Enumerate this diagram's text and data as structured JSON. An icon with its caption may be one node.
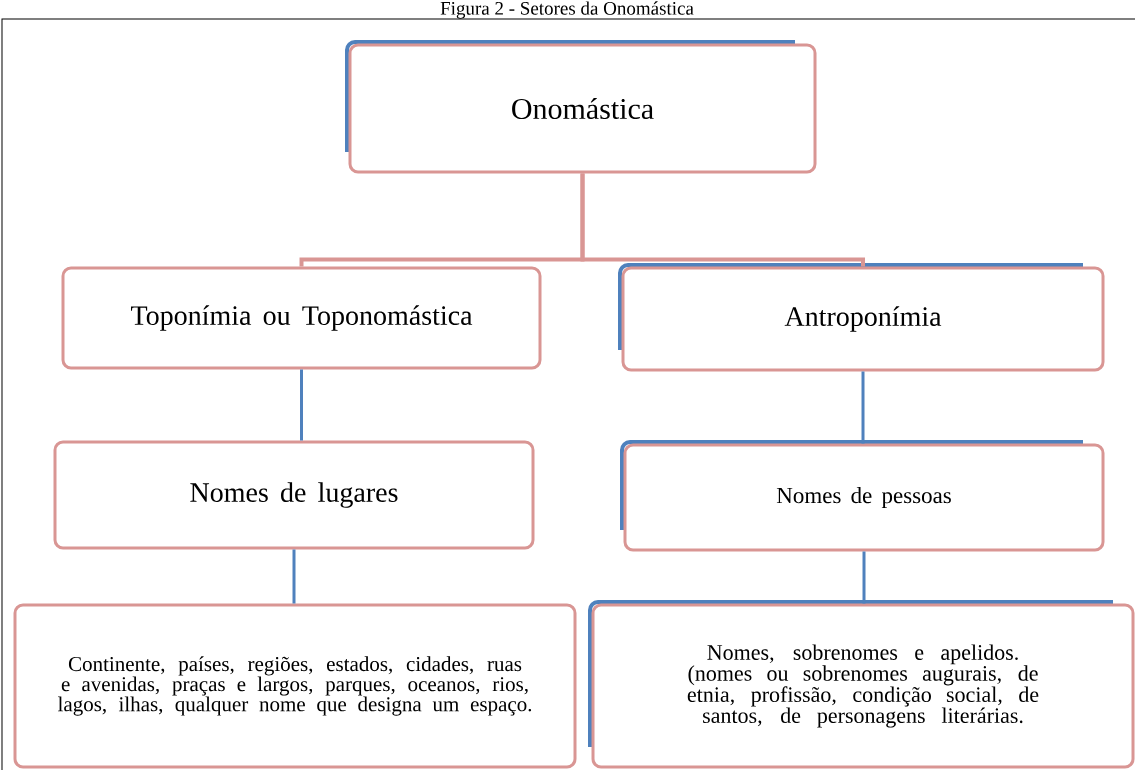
{
  "diagram": {
    "title": "Figura 2 - Setores da Onomástica",
    "nodes": [
      {
        "text": [
          "Onomástica"
        ]
      },
      {
        "text": [
          "Toponímia ou Toponomástica"
        ]
      },
      {
        "text": [
          "Antroponímia"
        ]
      },
      {
        "text": [
          "Nomes de lugares"
        ]
      },
      {
        "text": [
          "Nomes de pessoas"
        ]
      },
      {
        "text": [
          "Continente, países, regiões, estados, cidades, ruas e avenidas, praças e largos, parques, oceanos, rios, lagos, ilhas, qualquer nome que designa um espaço."
        ]
      },
      {
        "text": [
          "Nomes, sobrenomes e apelidos. (nomes ou sobrenomes augurais, de etnia, profissão, condição social, de santos, de personagens literárias."
        ]
      }
    ],
    "edges": [
      {
        "from": 0,
        "to": 1,
        "arrow": "none",
        "color": "#d99694"
      },
      {
        "from": 0,
        "to": 2,
        "arrow": "none",
        "color": "#d99694"
      },
      {
        "from": 1,
        "to": 3,
        "arrow": "none"
      },
      {
        "from": 2,
        "to": 4,
        "arrow": "none"
      },
      {
        "from": 3,
        "to": 5,
        "arrow": "none"
      },
      {
        "from": 4,
        "to": 6,
        "arrow": "none"
      }
    ]
  }
}
